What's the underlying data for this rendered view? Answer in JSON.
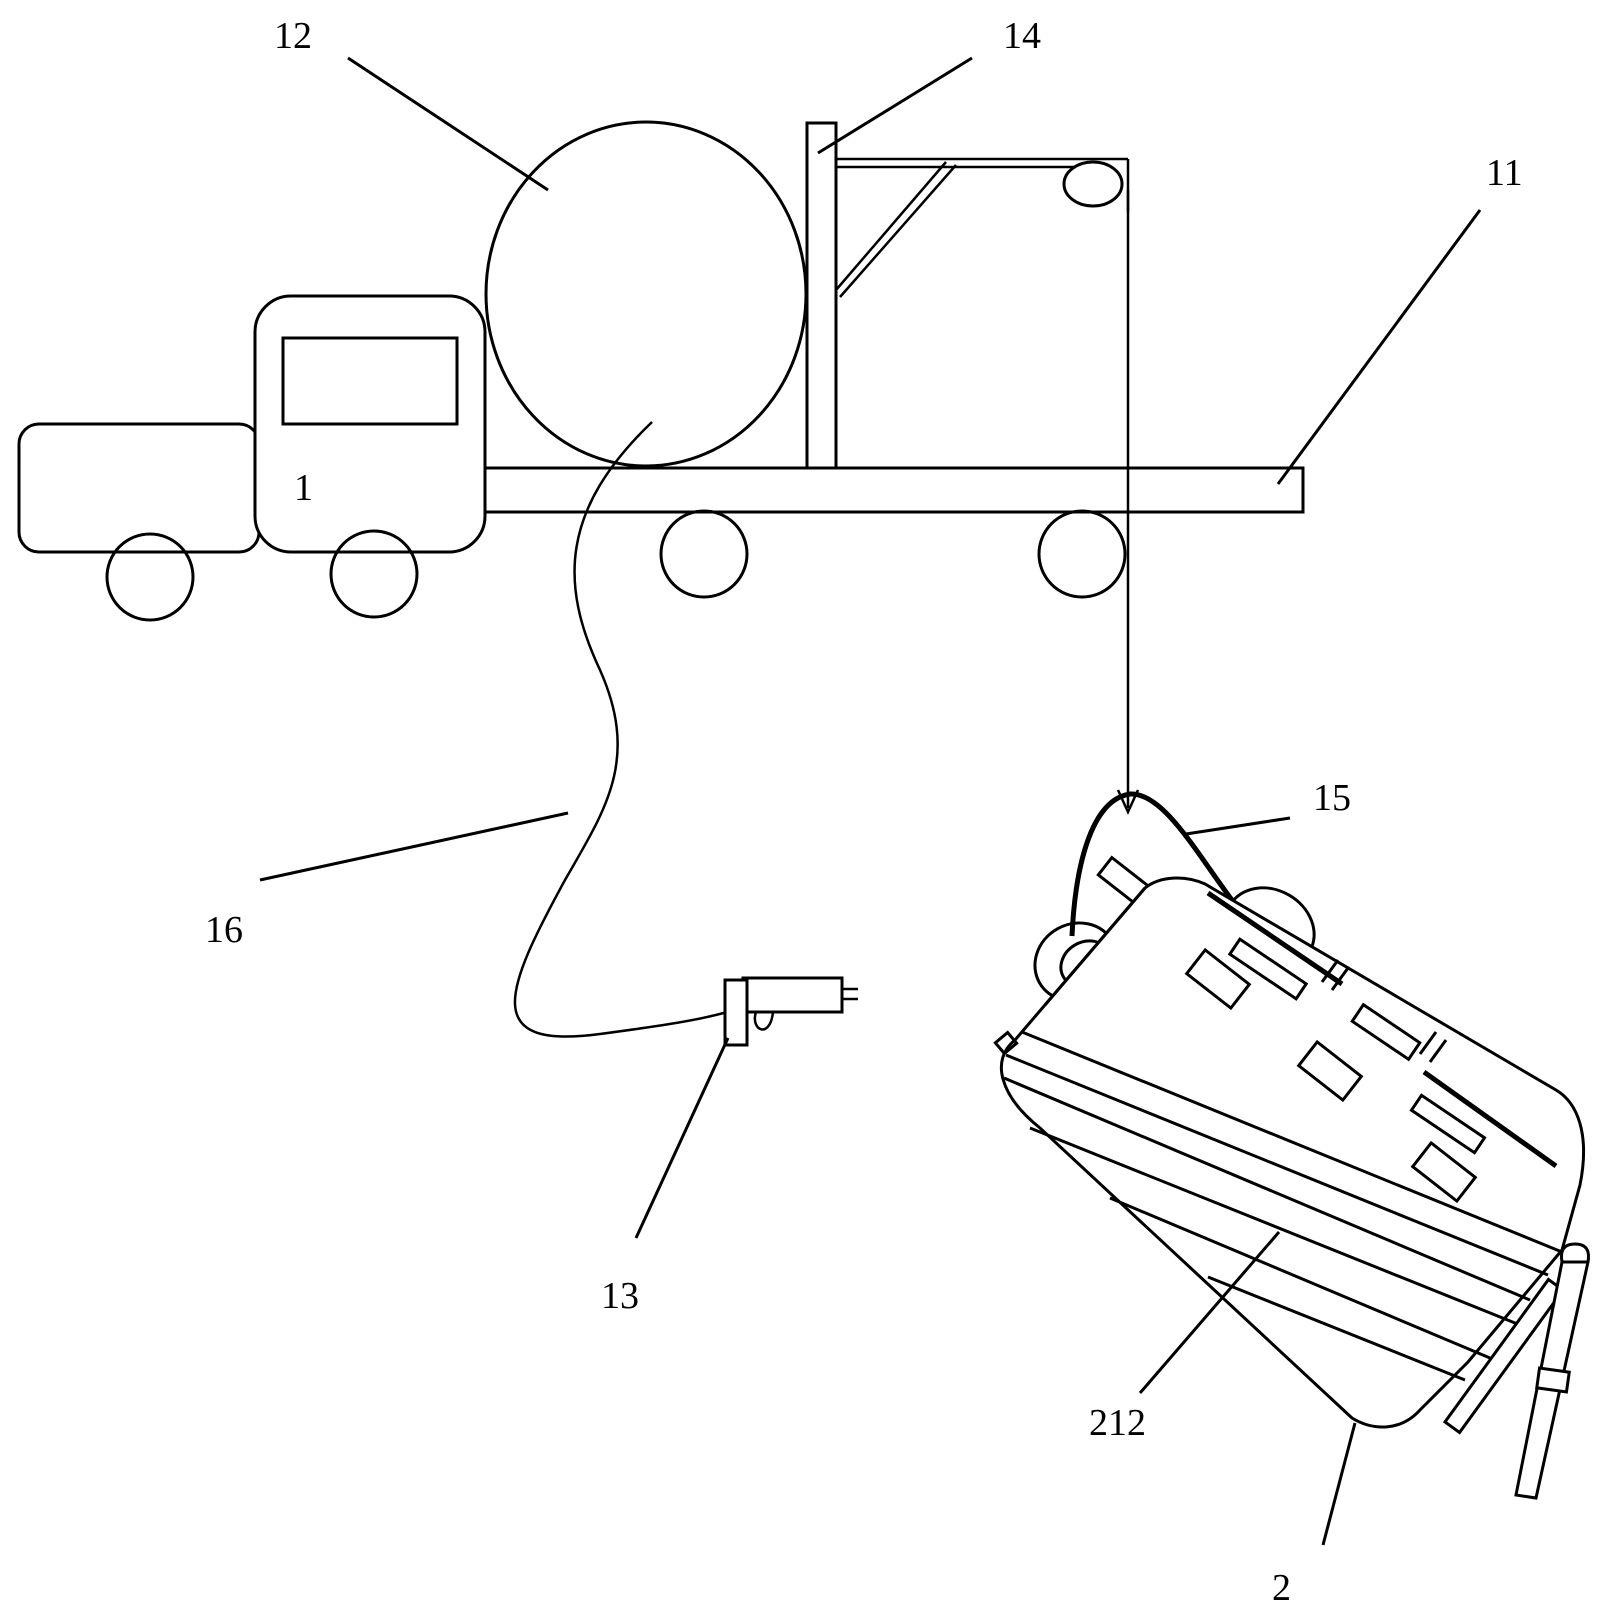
{
  "labels": {
    "truck": "1",
    "vehicle": "2",
    "platform": "11",
    "reel": "12",
    "gun": "13",
    "mast": "14",
    "hook": "15",
    "hose": "16",
    "body_part": "212"
  }
}
